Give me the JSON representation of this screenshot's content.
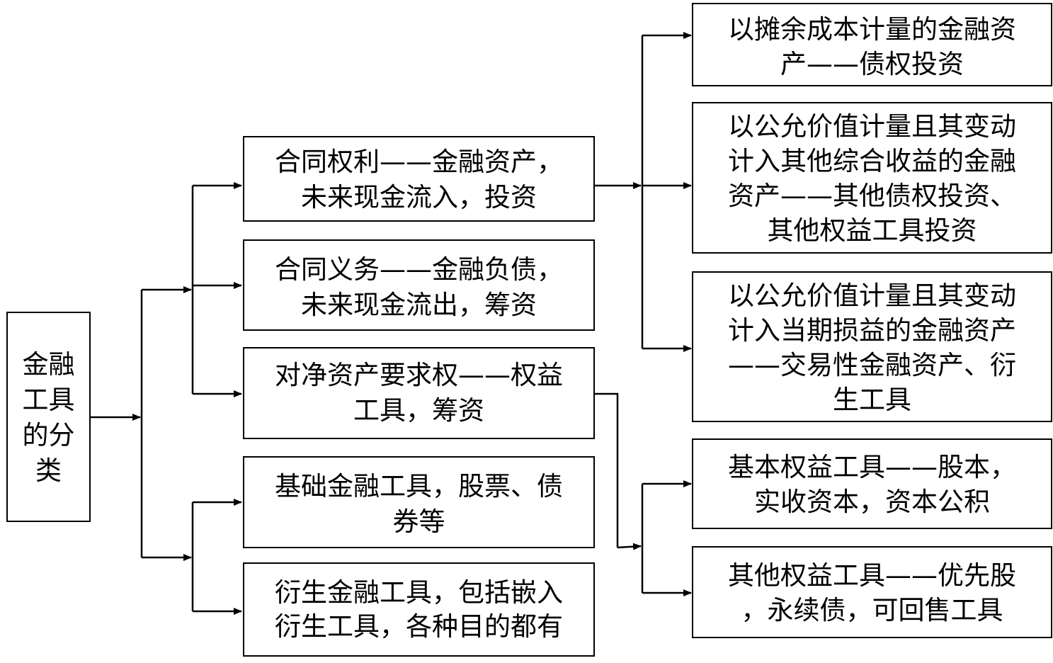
{
  "diagram": {
    "root": {
      "lines": [
        "金融",
        "工具",
        "的分",
        "类"
      ]
    },
    "middle": [
      {
        "id": "contract-rights",
        "lines": [
          "合同权利——金融资产，",
          "未来现金流入，投资"
        ]
      },
      {
        "id": "contract-obligations",
        "lines": [
          "合同义务——金融负债，",
          "未来现金流出，筹资"
        ]
      },
      {
        "id": "equity-claim",
        "lines": [
          "对净资产要求权——权益",
          "工具，筹资"
        ]
      },
      {
        "id": "basic-instruments",
        "lines": [
          "基础金融工具，股票、债",
          "券等"
        ]
      },
      {
        "id": "derivative-instruments",
        "lines": [
          "衍生金融工具，包括嵌入",
          "衍生工具，各种目的都有"
        ]
      }
    ],
    "right": [
      {
        "id": "amortized-cost",
        "lines": [
          "以摊余成本计量的金融资",
          "产——债权投资"
        ]
      },
      {
        "id": "fvoci",
        "lines": [
          "以公允价值计量且其变动",
          "计入其他综合收益的金融",
          "资产——其他债权投资、",
          "其他权益工具投资"
        ]
      },
      {
        "id": "fvtpl",
        "lines": [
          "以公允价值计量且其变动",
          "计入当期损益的金融资产",
          "——交易性金融资产、衍",
          "生工具"
        ]
      },
      {
        "id": "basic-equity",
        "lines": [
          "基本权益工具——股本，",
          "实收资本，资本公积"
        ]
      },
      {
        "id": "other-equity",
        "lines": [
          "其他权益工具——优先股",
          "，永续债，可回售工具"
        ]
      }
    ],
    "colors": {
      "stroke": "#000000",
      "background": "#ffffff"
    }
  }
}
